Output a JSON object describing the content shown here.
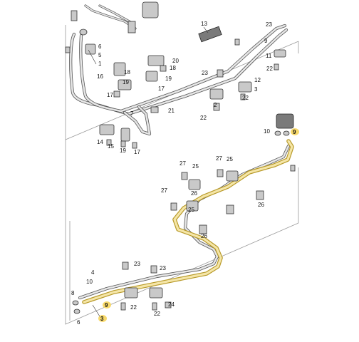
{
  "diagram": {
    "part_labels": [
      "13",
      "23",
      "9",
      "6",
      "5",
      "1",
      "20",
      "18",
      "19",
      "16",
      "17",
      "21",
      "7",
      "12",
      "3",
      "11",
      "2",
      "22",
      "10",
      "14",
      "15",
      "27",
      "25",
      "26",
      "4",
      "8",
      "24"
    ],
    "highlighted_labels": [
      "9",
      "3"
    ],
    "labels": {
      "top_13": "13",
      "top_23": "23",
      "top_9": "9",
      "top_6": "6",
      "top_5": "5",
      "top_1": "1",
      "top_20": "20",
      "top_18": "18",
      "top_19a": "19",
      "top_16": "16",
      "top_19b": "19",
      "top_17a": "17",
      "top_17b": "17",
      "top_21": "21",
      "top_7": "7",
      "top_23b": "23",
      "top_12": "12",
      "top_3": "3",
      "top_11": "11",
      "top_22a": "22",
      "top_2": "2",
      "top_22b": "22",
      "top_22c": "22",
      "top_10": "10",
      "top_9hl": "9",
      "top_14": "14",
      "top_15": "15",
      "top_19c": "19",
      "top_17c": "17",
      "bot_27a": "27",
      "bot_27b": "27",
      "bot_25a": "25",
      "bot_25b": "25",
      "bot_26a": "26",
      "bot_27c": "27",
      "bot_26b": "26",
      "bot_25c": "25",
      "bot_26c": "26",
      "bot_4": "4",
      "bot_23a": "23",
      "bot_10": "10",
      "bot_23b": "23",
      "bot_8": "8",
      "bot_9": "9",
      "bot_3": "3",
      "bot_22a": "22",
      "bot_22b": "22",
      "bot_24": "24",
      "bot_6": "6"
    }
  }
}
